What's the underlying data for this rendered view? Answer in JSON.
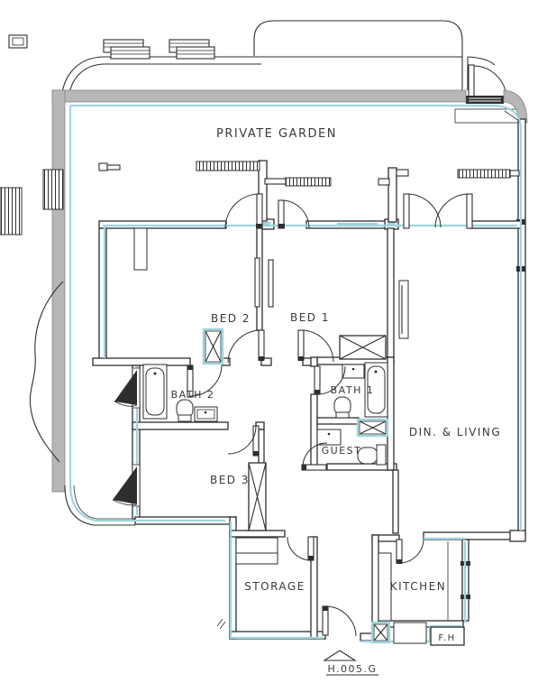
{
  "plan": {
    "labels": {
      "private_garden": "PRIVATE GARDEN",
      "bed1": "BED 1",
      "bed2": "BED 2",
      "bed3": "BED 3",
      "bath1": "BATH 1",
      "bath2": "BATH 2",
      "guest": "GUEST",
      "dining_living": "DIN. & LIVING",
      "storage": "STORAGE",
      "kitchen": "KITCHEN",
      "fire_hose": "F.H",
      "unit_code": "H.005.G"
    },
    "colors": {
      "wall_gray": "#b7b7b7",
      "liner_cyan": "#9fd4de",
      "line": "#2e2e2e",
      "background": "#ffffff"
    }
  }
}
